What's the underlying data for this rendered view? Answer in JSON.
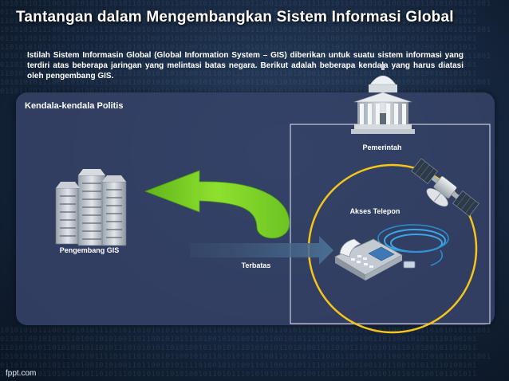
{
  "slide": {
    "title": "Tantangan dalam Mengembangkan Sistem Informasi Global",
    "intro": "Istilah Sistem Informasin Global (Global Information System – GIS) diberikan untuk suatu sistem informasi yang terdiri atas beberapa jaringan yang melintasi batas negara. Berikut adalah beberapa kendala yang harus diatasi oleh pengembang GIS.",
    "panel_title": "Kendala-kendala Politis",
    "watermark": "fppt.com"
  },
  "diagram": {
    "developer_label": "Pengembang GIS",
    "restricted_label": "Terbatas",
    "government_label": "Pemerintah",
    "phone_access_label": "Akses Telepon"
  },
  "icons": [
    "buildings-icon",
    "government-building-icon",
    "satellite-icon",
    "telephone-icon",
    "network-cable-icon"
  ],
  "colors": {
    "arrow_green": "#7ed321",
    "circle_yellow": "#f5c518",
    "panel": "#364268"
  }
}
